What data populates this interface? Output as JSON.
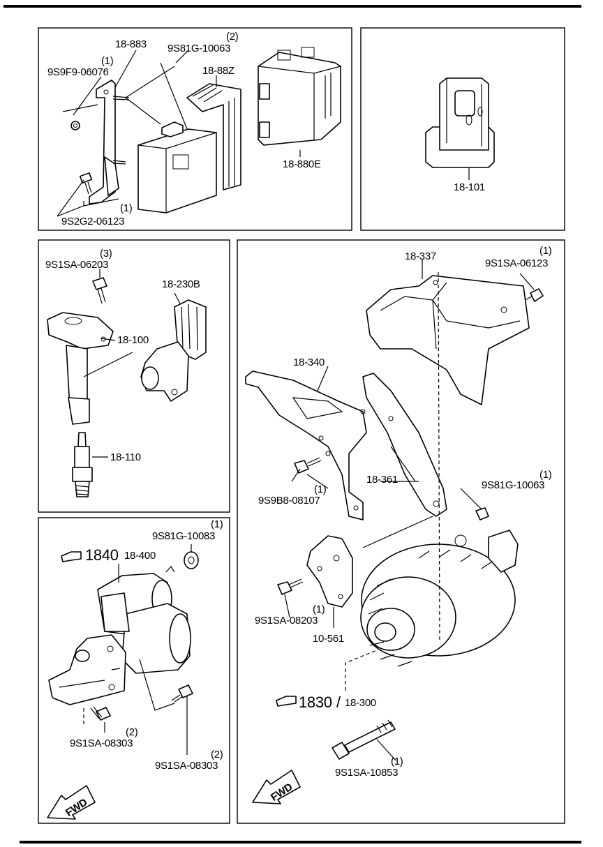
{
  "panels": {
    "ecu": {
      "labels": {
        "bracket": "18-883",
        "nut_qty": "(1)",
        "nut_part": "9S9F9-06076",
        "clip_qty": "(2)",
        "clip_part": "9S81G-10063",
        "cover": "18-88Z",
        "ecu_unit": "18-880E",
        "bolt_qty": "(1)",
        "bolt_part": "9S2G2-06123"
      }
    },
    "connector": {
      "labels": {
        "part": "18-101"
      }
    },
    "ignition": {
      "labels": {
        "bolt_qty": "(3)",
        "bolt_part": "9S1SA-06203",
        "sensor": "18-230B",
        "coil": "18-100",
        "spark_plug": "18-110"
      }
    },
    "alternator": {
      "labels": {
        "shield": "18-337",
        "bolt_qty": "(1)",
        "bolt_part": "9S1SA-06123",
        "bracket": "18-340",
        "stay": "18-361",
        "clip_qty": "(1)",
        "clip_part": "9S81G-10063",
        "bolt2_qty": "(1)",
        "bolt2_part": "9S9B8-08107",
        "bolt3_qty": "(1)",
        "bolt3_part": "9S1SA-08203",
        "plate": "10-561",
        "ref_num": "1830",
        "ref_sep": "/",
        "assy": "18-300",
        "bolt4_qty": "(1)",
        "bolt4_part": "9S1SA-10853",
        "fwd": "FWD"
      }
    },
    "starter": {
      "labels": {
        "nut_qty": "(1)",
        "nut_part": "9S81G-10083",
        "ref_num": "1840",
        "assy": "18-400",
        "bolt_a_qty": "(2)",
        "bolt_a_part": "9S1SA-08303",
        "bolt_b_qty": "(2)",
        "bolt_b_part": "9S1SA-08303",
        "fwd": "FWD"
      }
    }
  }
}
